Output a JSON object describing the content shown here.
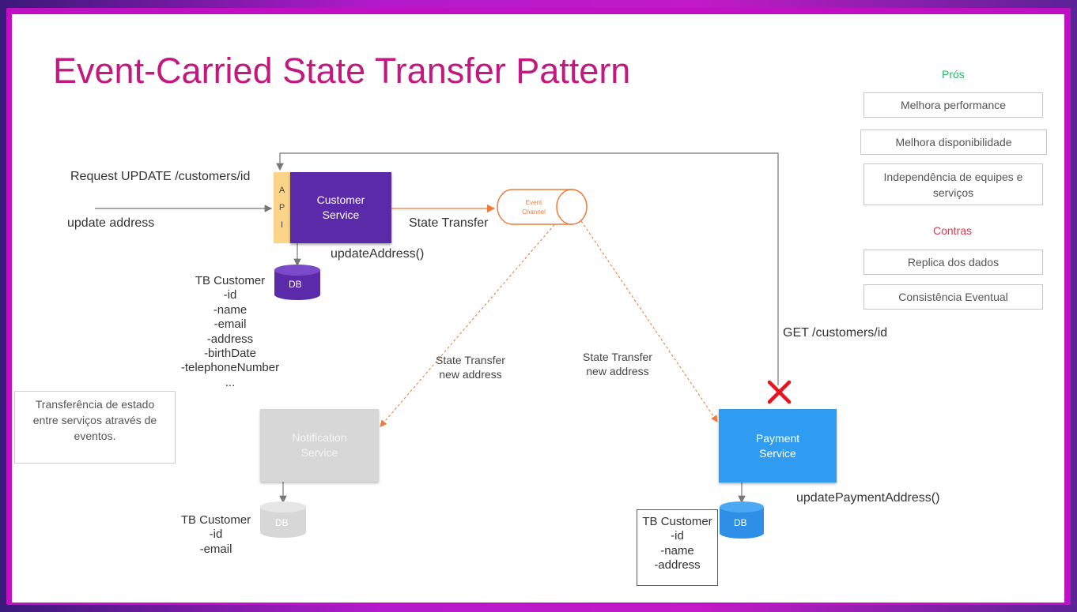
{
  "slide": {
    "title": "Event-Carried State Transfer Pattern"
  },
  "customer_service": {
    "api_letters": [
      "A",
      "P",
      "I"
    ],
    "name_line1": "Customer",
    "name_line2": "Service",
    "method": "updateAddress()",
    "request_label": "Request UPDATE  /customers/id",
    "input_label": "update address",
    "db_label": "DB",
    "table_lines": [
      "TB Customer",
      "-id",
      "-name",
      "-email",
      "-address",
      "-birthDate",
      "-telephoneNumber",
      "..."
    ]
  },
  "event_channel": {
    "line1": "Event",
    "line2": "Channel",
    "state_transfer_label": "State Transfer"
  },
  "notification_service": {
    "name_line1": "Notification",
    "name_line2": "Service",
    "arrow_label_line1": "State Transfer",
    "arrow_label_line2": "new address",
    "db_label": "DB",
    "table_lines": [
      "TB Customer",
      "-id",
      "-email"
    ]
  },
  "payment_service": {
    "name_line1": "Payment",
    "name_line2": "Service",
    "method": "updatePaymentAddress()",
    "arrow_label_line1": "State Transfer",
    "arrow_label_line2": "new address",
    "get_label": "GET /customers/id",
    "db_label": "DB",
    "table_lines": [
      "TB Customer",
      "-id",
      "-name",
      "-address"
    ]
  },
  "note": {
    "text_line1": "Transferência de estado",
    "text_line2": "entre serviços através de",
    "text_line3": "eventos."
  },
  "pros": {
    "title": "Prós",
    "items": [
      "Melhora performance",
      "Melhora disponibilidade",
      "Independência de equipes e serviços"
    ]
  },
  "cons": {
    "title": "Contras",
    "items": [
      "Replica dos dados",
      "Consistência Eventual"
    ]
  },
  "colors": {
    "title": "#c2187f",
    "pros_title": "#2db36a",
    "cons_title": "#e5344d",
    "customer_service": "#5a2aa8",
    "api_strip": "#fbd48a",
    "event_channel": "#f07b3a",
    "payment_service": "#2f9bf1",
    "notification_service": "#d7d7d7",
    "cross_mark": "#e6141e"
  }
}
